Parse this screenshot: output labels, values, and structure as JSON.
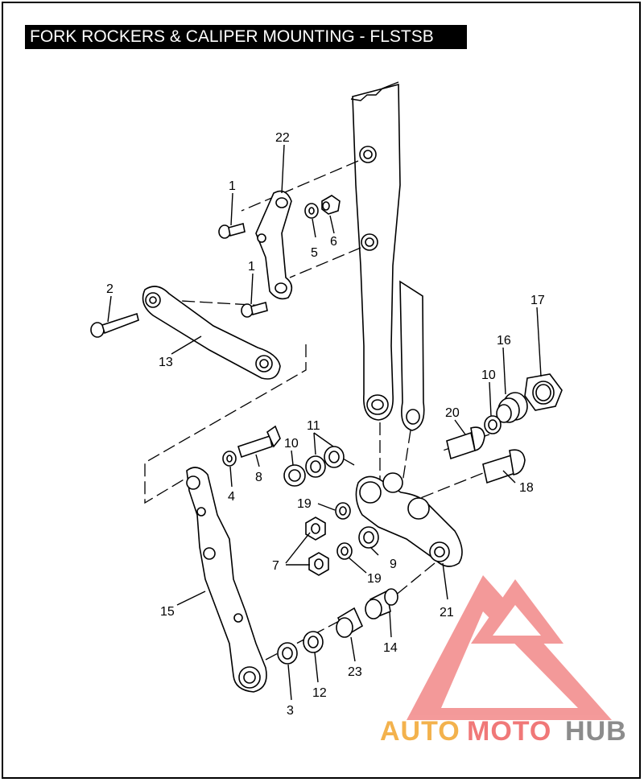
{
  "title": "FORK ROCKERS & CALIPER MOUNTING - FLSTSB",
  "callouts": {
    "c22": "22",
    "c1a": "1",
    "c1b": "1",
    "c5": "5",
    "c6": "6",
    "c2": "2",
    "c13": "13",
    "c17": "17",
    "c16": "16",
    "c10a": "10",
    "c20": "20",
    "c18": "18",
    "c11": "11",
    "c10b": "10",
    "c8": "8",
    "c4": "4",
    "c19a": "19",
    "c19b": "19",
    "c7": "7",
    "c9": "9",
    "c21": "21",
    "c15": "15",
    "c14": "14",
    "c23": "23",
    "c12": "12",
    "c3": "3"
  },
  "watermark": {
    "part1": "AUTO",
    "part2": "MOTO",
    "part3": "HUB"
  },
  "colors": {
    "logo_orange": "#f3b24d",
    "logo_red": "#f07878",
    "logo_gray": "#8c8c8c"
  }
}
